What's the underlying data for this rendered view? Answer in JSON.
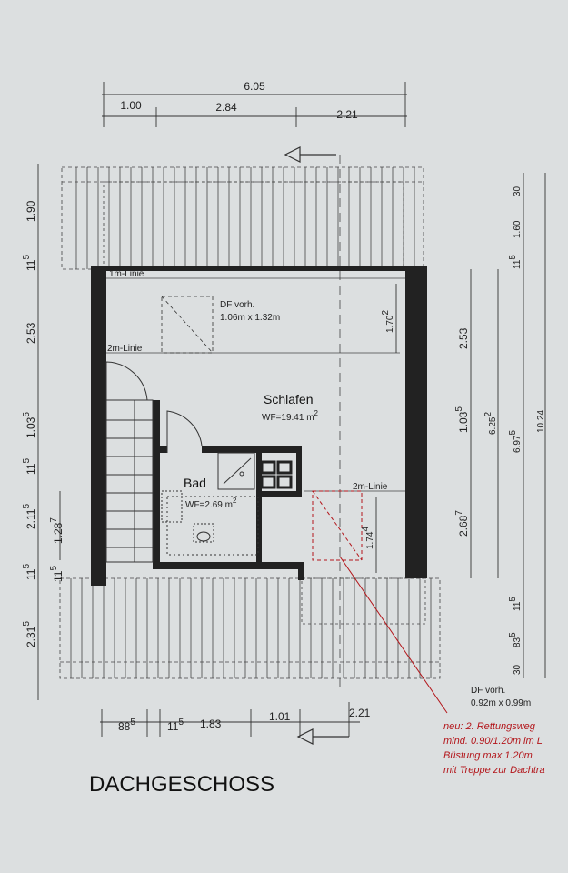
{
  "title": "DACHGESCHOSS",
  "top_dims": {
    "overall": "6.05",
    "seg1": "1.00",
    "seg2": "2.84",
    "seg3": "2.21"
  },
  "bottom_dims": {
    "a": "88",
    "a_sup": "5",
    "b": "11",
    "b_sup": "5",
    "c": "1.83",
    "d": "1.01",
    "e": "2.21"
  },
  "left_dims": {
    "d1": "1.90",
    "d2": "11",
    "d2_sup": "5",
    "d3": "2.53",
    "d4": "1.03",
    "d4_sup": "5",
    "d5": "11",
    "d5_sup": "5",
    "d6": "2.11",
    "d6_sup": "5",
    "d7": "1.28",
    "d7_sup": "7",
    "d8": "11",
    "d8_sup": "5",
    "d9": "11",
    "d9_sup": "5",
    "d10": "2.31",
    "d10_sup": "5"
  },
  "right_dims": {
    "r1": "30",
    "r2": "1.60",
    "r3": "11",
    "r3_sup": "5",
    "r4": "2.53",
    "r5": "1.03",
    "r5_sup": "5",
    "r6": "2.68",
    "r6_sup": "7",
    "r7": "6.25",
    "r7_sup": "2",
    "r8": "6.97",
    "r8_sup": "5",
    "r9": "10.24",
    "r10": "11",
    "r10_sup": "5",
    "r11": "83",
    "r11_sup": "5",
    "r12": "30"
  },
  "interior_dims": {
    "v1": "1.70",
    "v1_sup": "2",
    "v2": "1.74",
    "v2_sup": "4"
  },
  "labels": {
    "line1m": "1m-Linie",
    "line2m_left": "2m-Linie",
    "line2m_right": "2m-Linie",
    "df1_line1": "DF vorh.",
    "df1_line2": "1.06m x 1.32m",
    "schlafen": "Schlafen",
    "schlafen_wf": "WF=19.41 m",
    "schlafen_wf_sup": "2",
    "bad": "Bad",
    "bad_wf": "WF=2.69 m",
    "bad_wf_sup": "2",
    "df2_line1": "DF vorh.",
    "df2_line2": "0.92m x 0.99m"
  },
  "note": {
    "line1": "neu: 2. Rettungsweg",
    "line2": "mind. 0.90/1.20m im L",
    "line3": "Büstung max 1.20m",
    "line4": "mit Treppe zur Dachtra"
  },
  "colors": {
    "wall": "#222222",
    "annotation": "#b3161b",
    "paper": "#dcdfe0",
    "line": "#333333"
  }
}
